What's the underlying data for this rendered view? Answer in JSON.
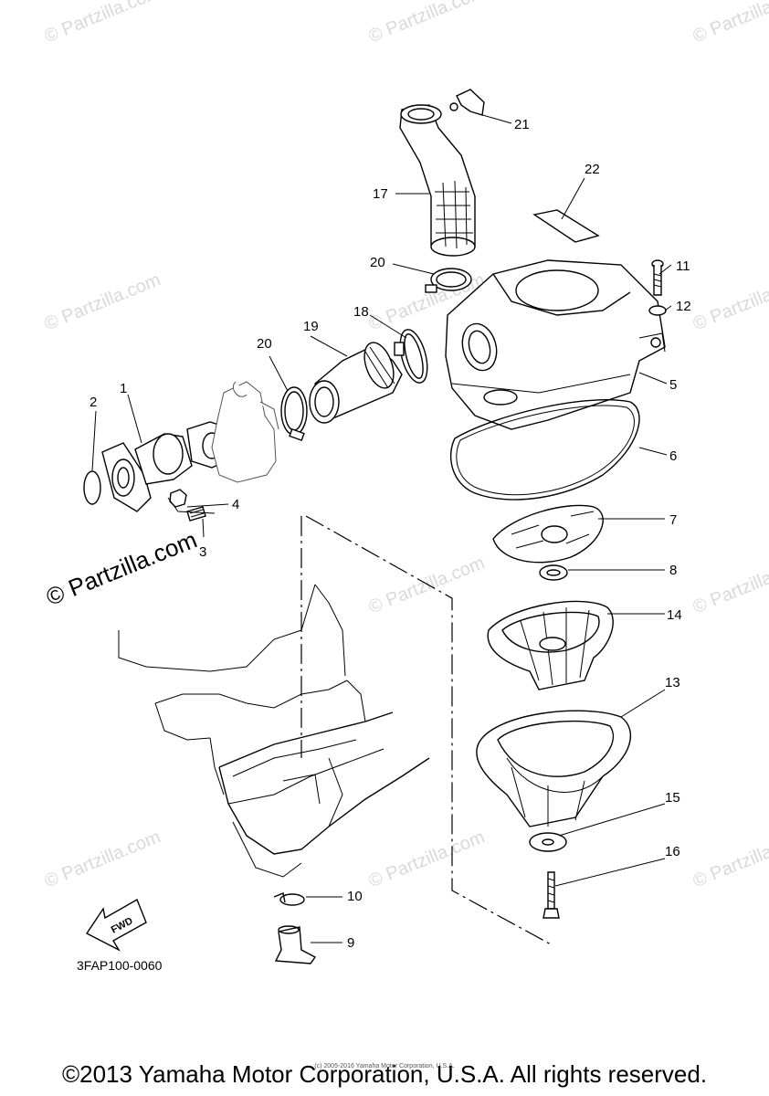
{
  "diagram": {
    "callouts": [
      "1",
      "2",
      "3",
      "4",
      "5",
      "6",
      "7",
      "8",
      "9",
      "10",
      "11",
      "12",
      "13",
      "14",
      "15",
      "16",
      "17",
      "18",
      "19",
      "20",
      "20",
      "21",
      "22"
    ],
    "diagram_code": "3FAP100-0060",
    "fwd_label": "FWD"
  },
  "watermarks": {
    "text": "© Partzilla.com",
    "main_text": "© Partzilla.com"
  },
  "footer": {
    "copyright": "©2013 Yamaha Motor Corporation, U.S.A. All rights reserved.",
    "fine_print": "(c) 2005-2016 Yamaha Motor Corporation, U.S.A."
  }
}
